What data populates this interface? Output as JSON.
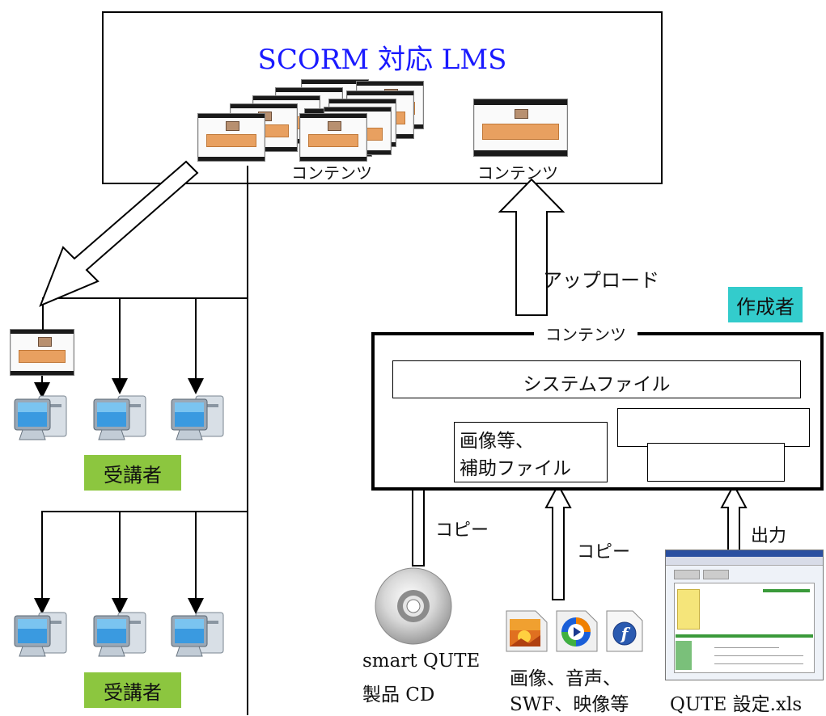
{
  "lms": {
    "title": "SCORM 対応 LMS",
    "contents_label_left": "コンテンツ",
    "contents_label_right": "コンテンツ"
  },
  "upload_label": "アップロード",
  "author_badge": {
    "label": "作成者",
    "color": "#33cccc"
  },
  "content_package": {
    "title": "コンテンツ",
    "system_file": "システムファイル",
    "aux_files_line1": "画像等、",
    "aux_files_line2": "補助ファイル"
  },
  "copy_label_cd": "コピー",
  "copy_label_media": "コピー",
  "output_label": "出力",
  "sources": {
    "cd_line1": "smart QUTE",
    "cd_line2": "製品 CD",
    "media_line1": "画像、音声、",
    "media_line2": "SWF、映像等",
    "excel": "QUTE 設定.xls"
  },
  "learners_badge_top": {
    "label": "受講者",
    "color": "#8cc63f"
  },
  "learners_badge_bottom": {
    "label": "受講者",
    "color": "#8cc63f"
  },
  "icons": [
    "pc-icon",
    "cd-icon",
    "image-file-icon",
    "media-player-icon",
    "flash-icon",
    "spreadsheet-icon"
  ]
}
